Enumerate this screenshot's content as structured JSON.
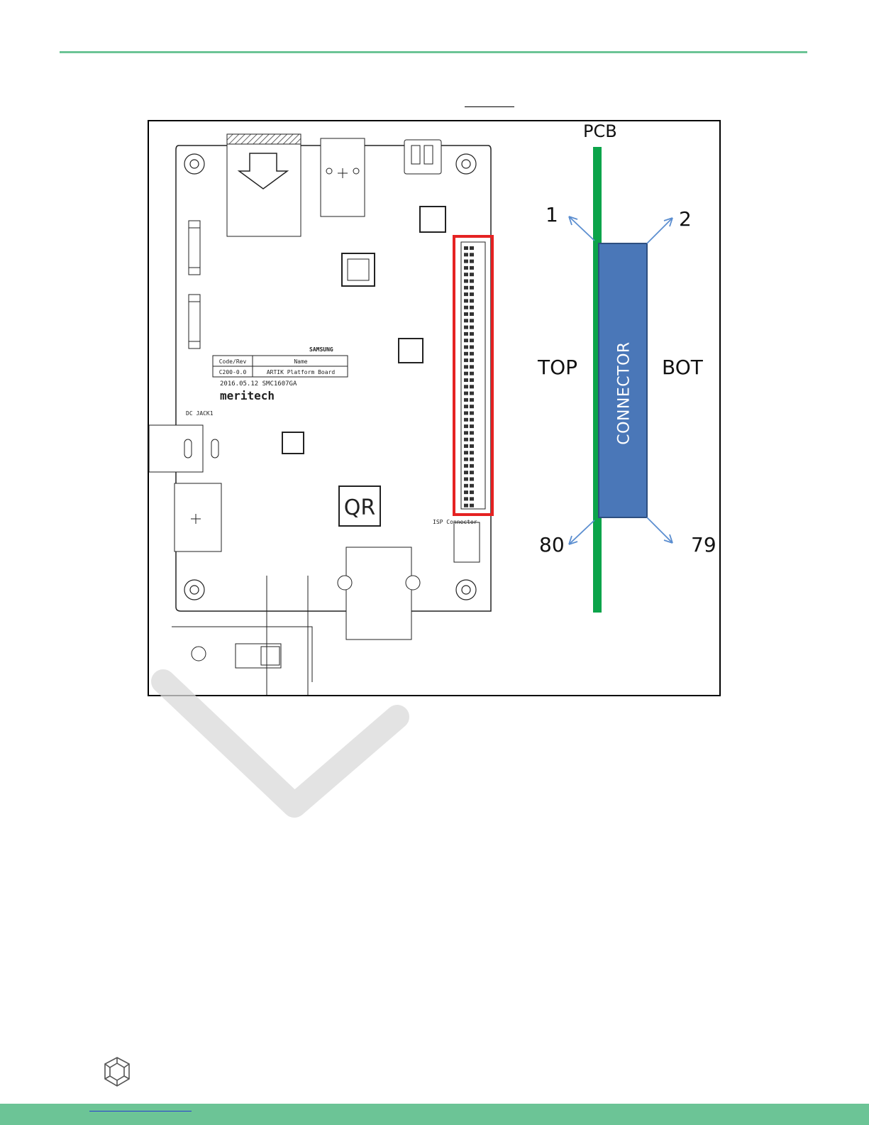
{
  "diagram": {
    "pcb_label": "PCB",
    "top_label": "TOP",
    "bot_label": "BOT",
    "connector_label": "CONNECTOR",
    "pins": {
      "top_first": "1",
      "bot_first": "2",
      "top_last": "80",
      "bot_last": "79"
    },
    "colors": {
      "pcb": "#0ca44a",
      "connector": "#4a77b8",
      "connector_border": "#2e4f80",
      "arrow": "#5b8ed0",
      "highlight": "#e52222"
    }
  },
  "board": {
    "texts": [
      "ARTIK Platform Board",
      "Name",
      "Code/Rev",
      "C200-0.0",
      "2016.05.12 SMC1607GA",
      "meritech",
      "SAMSUNG",
      "QR",
      "ISP Connector",
      "DC JACK1"
    ]
  },
  "colors": {
    "accent": "#6cc496"
  }
}
